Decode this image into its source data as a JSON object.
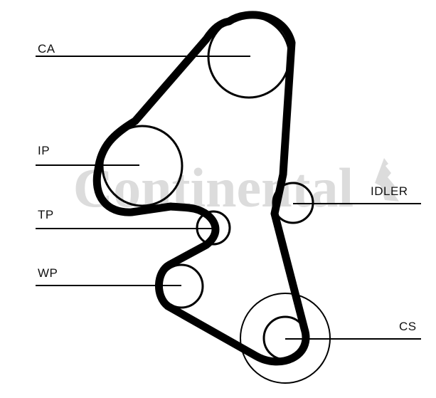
{
  "watermark": {
    "text": "Continental"
  },
  "labels": {
    "ca": "CA",
    "ip": "IP",
    "tp": "TP",
    "wp": "WP",
    "idler": "IDLER",
    "cs": "CS"
  },
  "colors": {
    "belt": "#000000",
    "line": "#000000",
    "watermark": "#d9d9d9"
  }
}
